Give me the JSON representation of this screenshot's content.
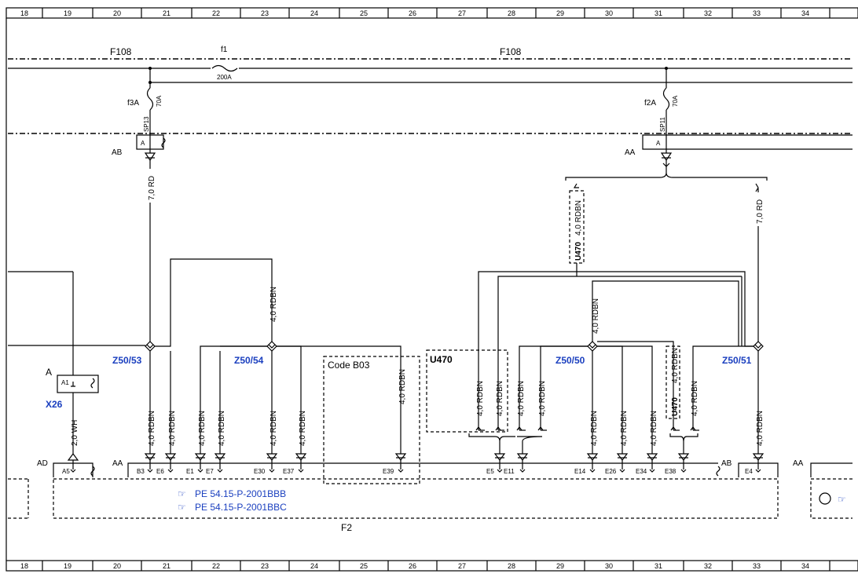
{
  "grid": [
    "18",
    "19",
    "20",
    "21",
    "22",
    "23",
    "24",
    "25",
    "26",
    "27",
    "28",
    "29",
    "30",
    "31",
    "32",
    "33",
    "34"
  ],
  "buses": {
    "f108_left": "F108",
    "f108_right": "F108",
    "fuse_f1": "f1",
    "fuse_f1_rating": "200A"
  },
  "fuses": {
    "f3a": "f3A",
    "f3a_rating": "70A",
    "f3a_pin": "SP13",
    "f2a": "f2A",
    "f2a_rating": "70A",
    "f2a_pin": "SP11"
  },
  "connectors": {
    "ab": "AB",
    "aa": "AA",
    "ad": "AD",
    "aa_lower": "AA",
    "ab_lower": "AB",
    "aa_right": "AA",
    "pin_a": "A"
  },
  "wires": {
    "w7rd": "7,0 RD",
    "w4rdbn": "4,0 RDBN",
    "w2wh": "2,0 WH"
  },
  "splices": {
    "z53": "Z50/53",
    "z54": "Z50/54",
    "z50": "Z50/50",
    "z51": "Z50/51"
  },
  "codes": {
    "b03": "Code B03",
    "u470a": "U470",
    "u470b": "U470",
    "u470c": "U470"
  },
  "x26": {
    "letter": "A",
    "pin": "A1",
    "name": "X26"
  },
  "pins": [
    "A5",
    "B3",
    "E6",
    "E1",
    "E7",
    "E30",
    "E37",
    "E39",
    "E5",
    "E11",
    "E14",
    "E26",
    "E34",
    "E38",
    "E4"
  ],
  "refs": {
    "r1": "PE 54.15-P-2001BBB",
    "r2": "PE 54.15-P-2001BBC"
  },
  "module": "F2"
}
